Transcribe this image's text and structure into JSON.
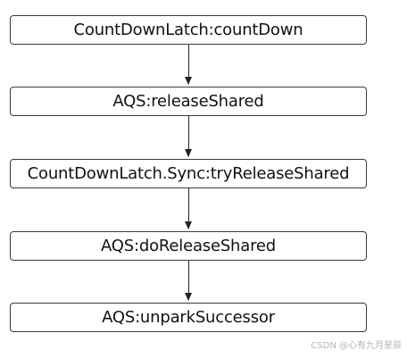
{
  "diagram": {
    "nodes": [
      "CountDownLatch:countDown",
      "AQS:releaseShared",
      "CountDownLatch.Sync:tryReleaseShared",
      "AQS:doReleaseShared",
      "AQS:unparkSuccessor"
    ]
  },
  "watermark": "CSDN @心有九月星辰",
  "colors": {
    "border": "#3a3a3a",
    "arrow": "#222222",
    "text": "#111111",
    "watermark": "#b4b4b4"
  }
}
